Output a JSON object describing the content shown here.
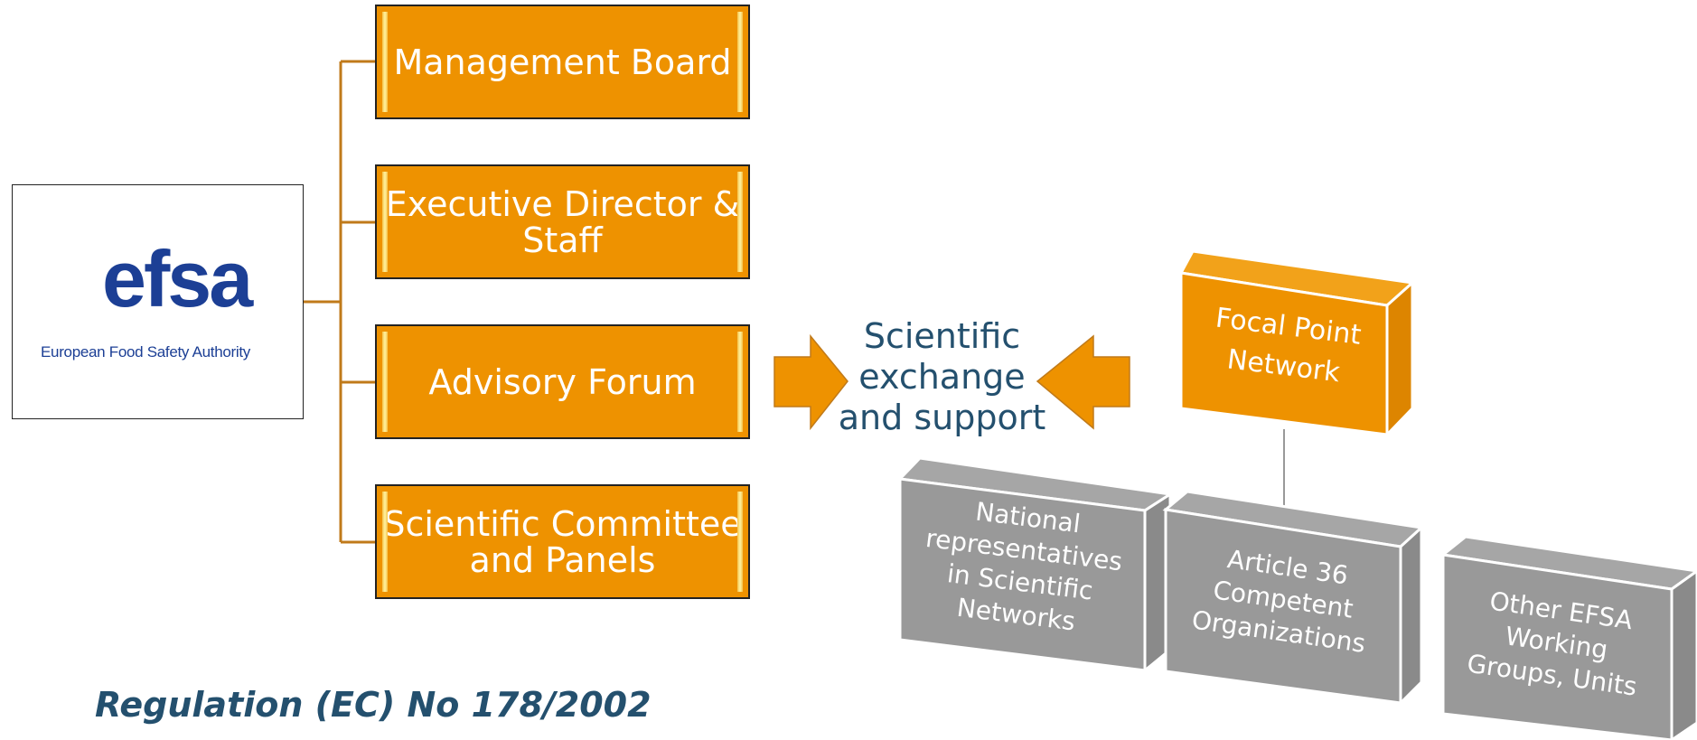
{
  "logo": {
    "wordmark": "efsa",
    "subtitle": "European Food Safety Authority"
  },
  "bodies": [
    {
      "label": "Management Board"
    },
    {
      "label": "Executive Director &\nStaff"
    },
    {
      "label": "Advisory Forum"
    },
    {
      "label": "Scientific Committee\nand Panels"
    }
  ],
  "center_label": "Scientific\nexchange\nand support",
  "focal_point": "Focal Point\nNetwork",
  "networks": [
    {
      "label": "National\nrepresentatives\nin Scientific\nNetworks"
    },
    {
      "label": "Article 36\nCompetent\nOrganizations"
    },
    {
      "label": "Other EFSA\nWorking\nGroups, Units"
    }
  ],
  "regulation": "Regulation (EC) No 178/2002",
  "colors": {
    "orange": "#ee9200",
    "grey": "#999999",
    "navy": "#24506e",
    "efsa_blue": "#1c3f95"
  }
}
